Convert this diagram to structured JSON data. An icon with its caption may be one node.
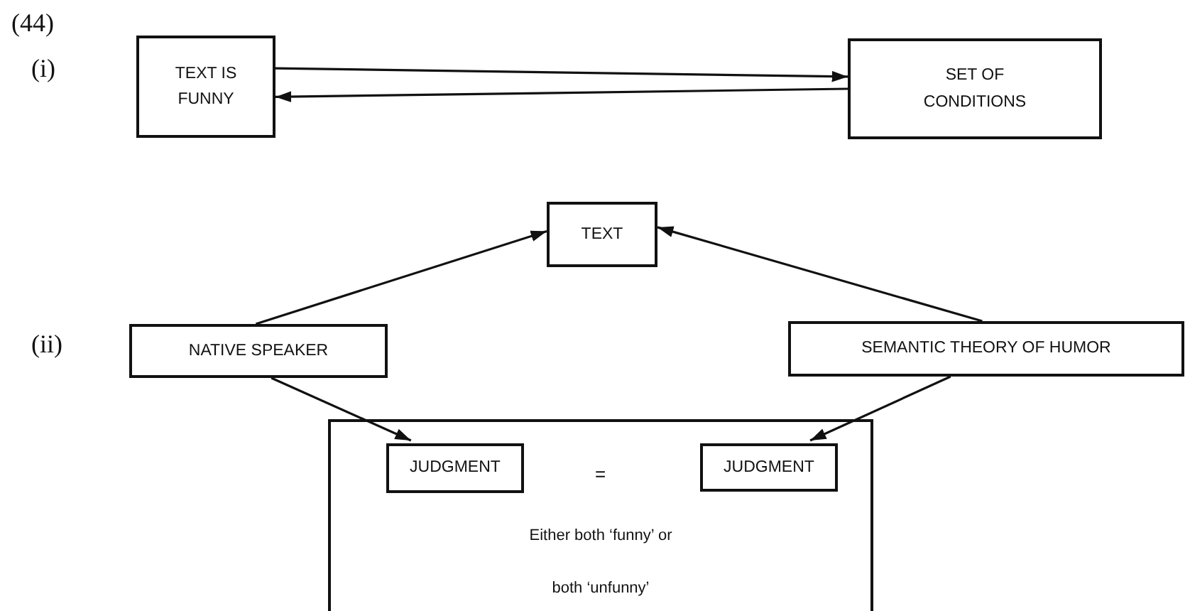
{
  "diagram": {
    "nodes": [
      {
        "text": [
          "TEXT IS FUNNY"
        ]
      },
      {
        "text": [
          "SET OF CONDITIONS"
        ]
      },
      {
        "text": [
          "TEXT"
        ]
      },
      {
        "text": [
          "NATIVE SPEAKER"
        ]
      },
      {
        "text": [
          "SEMANTIC THEORY OF HUMOR"
        ]
      },
      {
        "text": [
          "Either both ‘funny’ or both ‘unfunny’"
        ]
      },
      {
        "text": [
          "JUDGMENT"
        ],
        "in": 5
      },
      {
        "text": [
          "JUDGMENT"
        ],
        "in": 5
      }
    ],
    "edges": [
      {
        "from": 0,
        "to": 1,
        "arrow": "to"
      },
      {
        "from": 1,
        "to": 0,
        "arrow": "to"
      },
      {
        "from": 3,
        "to": 2,
        "arrow": "to"
      },
      {
        "from": 4,
        "to": 2,
        "arrow": "to"
      },
      {
        "from": 3,
        "to": 6,
        "arrow": "to"
      },
      {
        "from": 4,
        "to": 7,
        "arrow": "to"
      }
    ],
    "labels": [
      "(44)",
      "(i)",
      "(ii)",
      "="
    ]
  }
}
